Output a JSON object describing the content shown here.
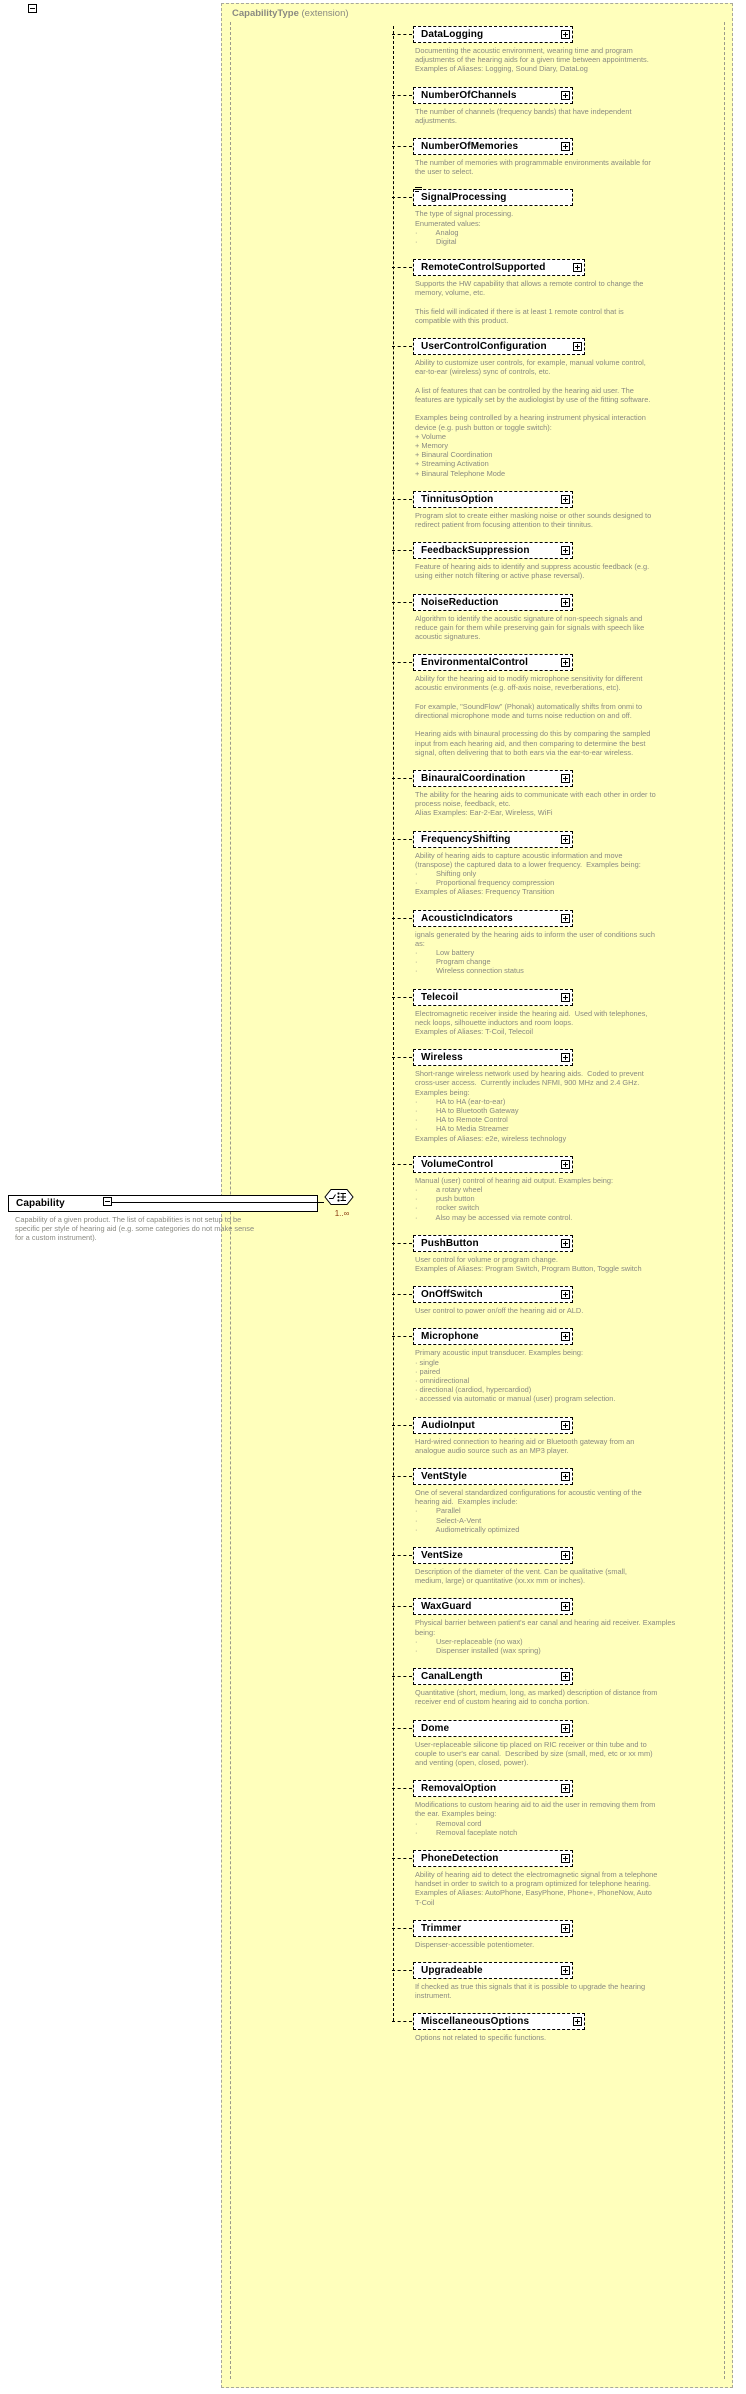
{
  "colors": {
    "panel_bg": "#ffffbc",
    "panel_border": "#a8a89a",
    "desc_text": "#8a8a82",
    "name_text": "#000000",
    "multiplicity_text": "#8a3b10"
  },
  "root": {
    "name": "Capability",
    "description": "Capability of a given product. The list of capabilities is not setup to be\nspecific per style of hearing aid (e.g. some categories do not make sense\nfor a custom instrument).",
    "toggle": "minus"
  },
  "compositor": {
    "kind": "sequence",
    "multiplicity": "1..∞",
    "toggle": "minus"
  },
  "container": {
    "type_name": "CapabilityType",
    "derivation": "(extension)"
  },
  "elements": [
    {
      "name": "DataLogging",
      "expander": "plus",
      "description": "Documenting the acoustic environment, wearing time and program\nadjustments of the hearing aids for a given time between appointments.\nExamples of Aliases: Logging, Sound Diary, DataLog"
    },
    {
      "name": "NumberOfChannels",
      "expander": "plus",
      "description": "The number of channels (frequency bands) that have independent\nadjustments."
    },
    {
      "name": "NumberOfMemories",
      "expander": "plus",
      "description": "The number of memories with programmable environments available for\nthe user to select."
    },
    {
      "name": "SignalProcessing",
      "expander": "none",
      "type_marker": true,
      "description": "The type of signal processing.\nEnumerated values:\n·         Analog\n·         Digital"
    },
    {
      "name": "RemoteControlSupported",
      "expander": "plus",
      "wide": true,
      "description": "Supports the HW capability that allows a remote control to change the\nmemory, volume, etc.\n\nThis field will indicated if there is at least 1 remote control that is\ncompatible with this product."
    },
    {
      "name": "UserControlConfiguration",
      "expander": "plus",
      "wide": true,
      "description": "Ability to customize user controls, for example, manual volume control,\near-to-ear (wireless) sync of controls, etc.\n\nA list of features that can be controlled by the hearing aid user. The\nfeatures are typically set by the audiologist by use of the fitting software.\n\nExamples being controlled by a hearing instrument physical interaction\ndevice (e.g. push button or toggle switch):\n+ Volume\n+ Memory\n+ Binaural Coordination\n+ Streaming Activation\n+ Binaural Telephone Mode"
    },
    {
      "name": "TinnitusOption",
      "expander": "plus",
      "description": "Program slot to create either masking noise or other sounds designed to\nredirect patient from focusing attention to their tinnitus."
    },
    {
      "name": "FeedbackSuppression",
      "expander": "plus",
      "description": "Feature of hearing aids to identify and suppress acoustic feedback (e.g.\nusing either notch filtering or active phase reversal)."
    },
    {
      "name": "NoiseReduction",
      "expander": "plus",
      "description": "Algorithm to identify the acoustic signature of non-speech signals and\nreduce gain for them while preserving gain for signals with speech like\nacoustic signatures."
    },
    {
      "name": "EnvironmentalControl",
      "expander": "plus",
      "description": "Ability for the hearing aid to modify microphone sensitivity for different\nacoustic environments (e.g. off-axis noise, reverberations, etc).\n\nFor example, \"SoundFlow\" (Phonak) automatically shifts from onmi to\ndirectional microphone mode and turns noise reduction on and off.\n\nHearing aids with binaural processing do this by comparing the sampled\ninput from each hearing aid, and then comparing to determine the best\nsignal, often delivering that to both ears via the ear-to-ear wireless."
    },
    {
      "name": "BinauralCoordination",
      "expander": "plus",
      "description": "The ability for the hearing aids to communicate with each other in order to\nprocess noise, feedback, etc.\nAlias Examples: Ear-2-Ear, Wireless, WiFi"
    },
    {
      "name": "FrequencyShifting",
      "expander": "plus",
      "description": "Ability of hearing aids to capture acoustic information and move\n(transpose) the captured data to a lower frequency.  Examples being:\n·         Shifting only\n·         Proportional frequency compression\nExamples of Aliases: Frequency Transition"
    },
    {
      "name": "AcousticIndicators",
      "expander": "plus",
      "description": "ignals generated by the hearing aids to inform the user of conditions such\nas:\n·         Low battery\n·         Program change\n·         Wireless connection status"
    },
    {
      "name": "Telecoil",
      "expander": "plus",
      "description": "Electromagnetic receiver inside the hearing aid.  Used with telephones,\nneck loops, silhouette inductors and room loops.\nExamples of Aliases: T-Coil, Telecoil"
    },
    {
      "name": "Wireless",
      "expander": "plus",
      "description": "Short-range wireless network used by hearing aids.  Coded to prevent\ncross-user access.  Currently includes NFMI, 900 MHz and 2.4 GHz.\nExamples being:\n·         HA to HA (ear-to-ear)\n·         HA to Bluetooth Gateway\n·         HA to Remote Control\n·         HA to Media Streamer\nExamples of Aliases: e2e, wireless technology"
    },
    {
      "name": "VolumeControl",
      "expander": "plus",
      "description": "Manual (user) control of hearing aid output. Examples being:\n·         a rotary wheel\n·         push button\n·         rocker switch\n·         Also may be accessed via remote control."
    },
    {
      "name": "PushButton",
      "expander": "plus",
      "description": "User control for volume or program change.\nExamples of Aliases: Program Switch, Program Button, Toggle switch"
    },
    {
      "name": "OnOffSwitch",
      "expander": "plus",
      "description": "User control to power on/off the hearing aid or ALD."
    },
    {
      "name": "Microphone",
      "expander": "plus",
      "description": "Primary acoustic input transducer. Examples being:\n· single\n· paired\n· omnidirectional\n· directional (cardiod, hypercardiod)\n· accessed via automatic or manual (user) program selection."
    },
    {
      "name": "AudioInput",
      "expander": "plus",
      "description": "Hard-wired connection to hearing aid or Bluetooth gateway from an\nanalogue audio source such as an MP3 player."
    },
    {
      "name": "VentStyle",
      "expander": "plus",
      "description": "One of several standardized configurations for acoustic venting of the\nhearing aid.  Examples include:\n·         Parallel\n·         Select-A-Vent\n·         Audiometrically optimized"
    },
    {
      "name": "VentSize",
      "expander": "plus",
      "description": "Description of the diameter of the vent. Can be qualitative (small,\nmedium, large) or quantitative (xx.xx mm or inches)."
    },
    {
      "name": "WaxGuard",
      "expander": "plus",
      "description": "Physical barrier between patient's ear canal and hearing aid receiver. Examples\nbeing:\n·         User-replaceable (no wax)\n·         Dispenser installed (wax spring)"
    },
    {
      "name": "CanalLength",
      "expander": "plus",
      "description": "Quantitative (short, medium, long, as marked) description of distance from\nreceiver end of custom hearing aid to concha portion."
    },
    {
      "name": "Dome",
      "expander": "plus",
      "description": "User-replaceable silicone tip placed on RIC receiver or thin tube and to\ncouple to user's ear canal.  Described by size (small, med, etc or xx mm)\nand venting (open, closed, power)."
    },
    {
      "name": "RemovalOption",
      "expander": "plus",
      "description": "Modifications to custom hearing aid to aid the user in removing them from\nthe ear. Examples being:\n·         Removal cord\n·         Removal faceplate notch"
    },
    {
      "name": "PhoneDetection",
      "expander": "plus",
      "description": "Ability of hearing aid to detect the electromagnetic signal from a telephone\nhandset in order to switch to a program optimized for telephone hearing.\nExamples of Aliases: AutoPhone, EasyPhone, Phone+, PhoneNow, Auto\nT-Coil"
    },
    {
      "name": "Trimmer",
      "expander": "plus",
      "description": "Dispenser-accessible potentiometer."
    },
    {
      "name": "Upgradeable",
      "expander": "plus",
      "description": "If checked as true this signals that it is possible to upgrade the hearing\ninstrument."
    },
    {
      "name": "MiscellaneousOptions",
      "expander": "plus",
      "wide": true,
      "description": "Options not related to specific functions."
    }
  ]
}
